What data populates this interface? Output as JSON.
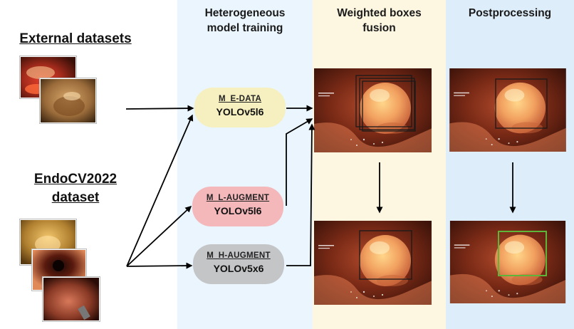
{
  "columns": {
    "training": [
      "Heterogeneous",
      "model training"
    ],
    "wbf": [
      "Weighted boxes",
      "fusion"
    ],
    "post": [
      "Postprocessing"
    ]
  },
  "sources": {
    "external": [
      "External datasets"
    ],
    "endocv": [
      "EndoCV2022 ",
      "dataset"
    ]
  },
  "models": [
    {
      "name": "M_E-DATA",
      "arch": "YOLOv5l6",
      "fill": "#f6f0c0"
    },
    {
      "name": "M_L-AUGMENT",
      "arch": "YOLOv5l6",
      "fill": "#f4b8bb"
    },
    {
      "name": "M_H-AUGMENT",
      "arch": "YOLOv5x6",
      "fill": "#c4c5c7"
    }
  ],
  "colors": {
    "final_box": "#5fb43a",
    "box": "#1a1a1a",
    "arrow": "#000000"
  }
}
